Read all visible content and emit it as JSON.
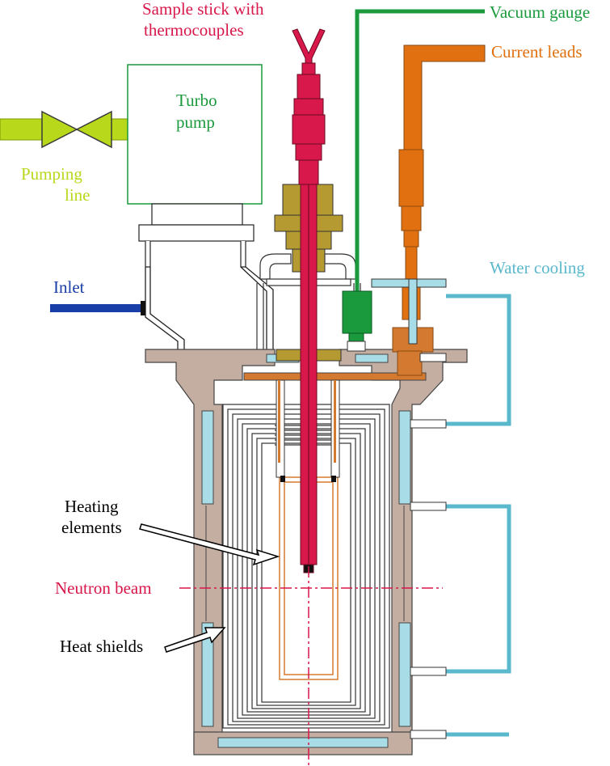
{
  "labels": {
    "sample_stick_line1": "Sample stick with",
    "sample_stick_line2": "thermocouples",
    "vacuum_gauge": "Vacuum gauge",
    "current_leads": "Current leads",
    "turbo_pump_line1": "Turbo",
    "turbo_pump_line2": "pump",
    "pumping_line_line1": "Pumping",
    "pumping_line_line2": "line",
    "inlet": "Inlet",
    "water_cooling": "Water cooling",
    "heating_elements_line1": "Heating",
    "heating_elements_line2": "elements",
    "neutron_beam": "Neutron beam",
    "heat_shields": "Heat shields"
  },
  "colors": {
    "sample_stick": "#d8174a",
    "vacuum_gauge": "#1a9a3c",
    "current_leads": "#e07010",
    "turbo_pump": "#1a9a3c",
    "pumping_line": "#b8d81c",
    "inlet": "#1a3ea8",
    "water_cooling": "#5ab8cc",
    "neutron_beam": "#d8174a",
    "body_fill": "#c4aea2",
    "water_fill": "#a8dce6",
    "brass": "#b49a30",
    "copper": "#d47a30",
    "text_dark": "#000000"
  }
}
